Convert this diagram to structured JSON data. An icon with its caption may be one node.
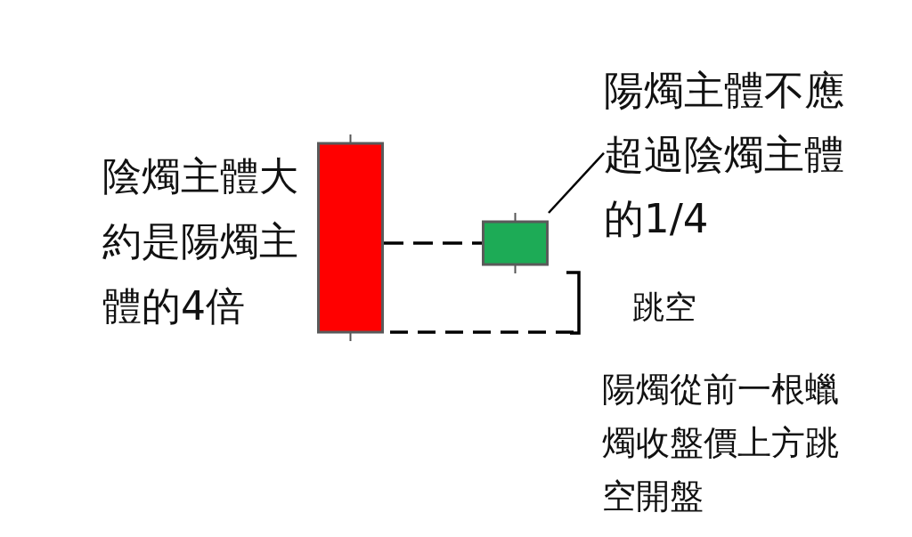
{
  "diagram": {
    "nodes": [
      {
        "text": [],
        "shape": "bar"
      },
      {
        "text": [],
        "shape": "bar"
      },
      {
        "text": [
          "陽燭主體不應超過陰燭主體的1/4"
        ]
      }
    ],
    "edges": [
      {
        "from": 0,
        "to": 1,
        "arrow": "none",
        "style": "dashed"
      },
      {
        "from": 2,
        "to": 1,
        "arrow": "none"
      }
    ],
    "labels": [
      "陰燭主體大約是陽燭主體的4倍",
      "跳空",
      "陽燭從前一根蠟燭收盤價上方跳空開盤"
    ]
  }
}
